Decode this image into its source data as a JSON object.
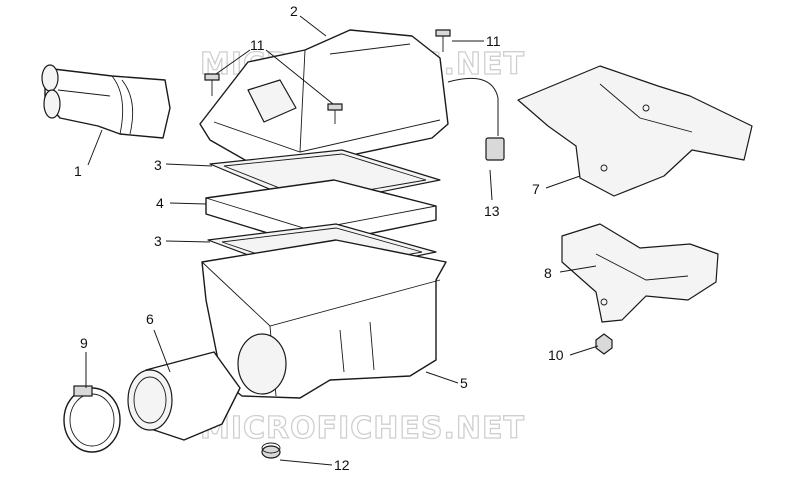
{
  "watermark": {
    "top": "MICROFICHES.NET",
    "bottom": "MICROFICHES.NET"
  },
  "callouts": {
    "c1": "1",
    "c2": "2",
    "c3a": "3",
    "c3b": "3",
    "c4": "4",
    "c5": "5",
    "c6": "6",
    "c7": "7",
    "c8": "8",
    "c9": "9",
    "c10": "10",
    "c11a": "11",
    "c11b": "11",
    "c12": "12",
    "c13": "13"
  },
  "colors": {
    "line": "#1a1a1a",
    "shade": "#d9d9d9",
    "watermark": "#cfcfcf"
  }
}
